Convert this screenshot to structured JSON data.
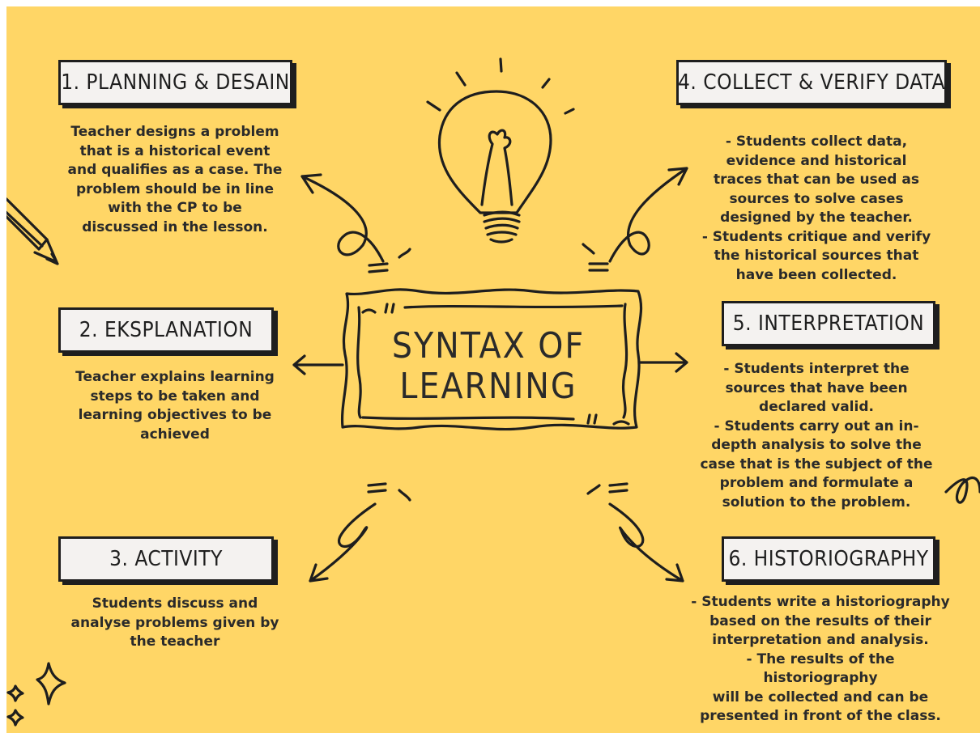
{
  "center": {
    "line1": "SYNTAX OF",
    "line2": "LEARNING"
  },
  "steps": [
    {
      "title": "1. PLANNING & DESAIN",
      "lines": [
        "Teacher designs a problem",
        "that is a historical event",
        "and qualifies as a case. The",
        "problem should be in line",
        "with the CP to be",
        "discussed in the lesson."
      ]
    },
    {
      "title": "2. EKSPLANATION",
      "lines": [
        "Teacher explains learning",
        "steps to be taken and",
        "learning objectives to be",
        "achieved"
      ]
    },
    {
      "title": "3. ACTIVITY",
      "lines": [
        "Students discuss and",
        "analyse problems given by",
        "the teacher"
      ]
    },
    {
      "title": "4. COLLECT & VERIFY DATA",
      "lines": [
        "- Students collect data,",
        "evidence and historical",
        "traces that can be used as",
        "sources to solve cases",
        "designed by the teacher.",
        "- Students critique and verify",
        "the historical sources that",
        "have been collected."
      ]
    },
    {
      "title": "5. INTERPRETATION",
      "lines": [
        "- Students interpret the",
        "sources that have been",
        "declared valid.",
        "- Students carry out an in-",
        "depth analysis to solve the",
        "case that is the subject of the",
        "problem and formulate a",
        "solution to the problem."
      ]
    },
    {
      "title": "6. HISTORIOGRAPHY",
      "lines": [
        "- Students write a historiography",
        "based on the results of their",
        "interpretation and analysis.",
        "- The results of the historiography",
        "will be collected and can be",
        "presented in front of the class."
      ]
    }
  ],
  "colors": {
    "background": "#FFD666",
    "ink": "#1e1e1e",
    "box_fill": "#F4F2F0"
  }
}
